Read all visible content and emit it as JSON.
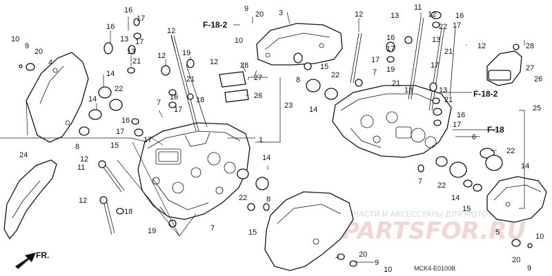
{
  "watermark": {
    "line1": "ЗАПЧАСТИ И АКСЕССУАРЫ ДЛЯ МОТОТЕХНИКИ",
    "line2": "PARTSFOR.RU"
  },
  "diagram_code": "MCK4-E0100B",
  "direction_label": "FR.",
  "ref_labels": [
    "F-18-2",
    "F-18-2",
    "F-18"
  ],
  "callouts": {
    "c1": "1",
    "c3": "3",
    "c4": "4",
    "c5": "5",
    "c6": "6",
    "c7a": "7",
    "c7b": "7",
    "c7c": "7",
    "c7d": "7",
    "c8a": "8",
    "c8b": "8",
    "c8c": "8",
    "c9a": "9",
    "c9b": "9",
    "c9c": "9",
    "c9d": "9",
    "c10a": "10",
    "c10b": "10",
    "c10c": "10",
    "c10d": "10",
    "c11a": "11",
    "c11b": "11",
    "c12a": "12",
    "c12b": "12",
    "c12c": "12",
    "c12d": "12",
    "c12e": "12",
    "c12f": "12",
    "c12g": "12",
    "c12h": "12",
    "c13a": "13",
    "c13b": "13",
    "c13c": "13",
    "c13d": "13",
    "c13e": "13",
    "c14a": "14",
    "c14b": "14",
    "c14c": "14",
    "c14d": "14",
    "c14e": "14",
    "c14f": "14",
    "c15a": "15",
    "c15b": "15",
    "c15c": "15",
    "c15d": "15",
    "c16a": "16",
    "c16b": "16",
    "c16c": "16",
    "c16d": "16",
    "c16e": "16",
    "c16f": "16",
    "c16g": "16",
    "c17a": "17",
    "c17b": "17",
    "c17c": "17",
    "c17d": "17",
    "c17e": "17",
    "c17f": "17",
    "c17g": "17",
    "c17h": "17",
    "c17i": "17",
    "c17j": "17",
    "c18a": "18",
    "c18b": "18",
    "c18c": "18",
    "c19a": "19",
    "c19b": "19",
    "c19c": "19",
    "c20a": "20",
    "c20b": "20",
    "c20c": "20",
    "c20d": "20",
    "c21a": "21",
    "c21b": "21",
    "c21c": "21",
    "c21d": "21",
    "c21e": "21",
    "c22a": "22",
    "c22b": "22",
    "c22c": "22",
    "c22d": "22",
    "c22e": "22",
    "c22f": "22",
    "c23": "23",
    "c24": "24",
    "c25": "25",
    "c26a": "26",
    "c26b": "26",
    "c27a": "27",
    "c27b": "27",
    "c28a": "28",
    "c28b": "28"
  }
}
